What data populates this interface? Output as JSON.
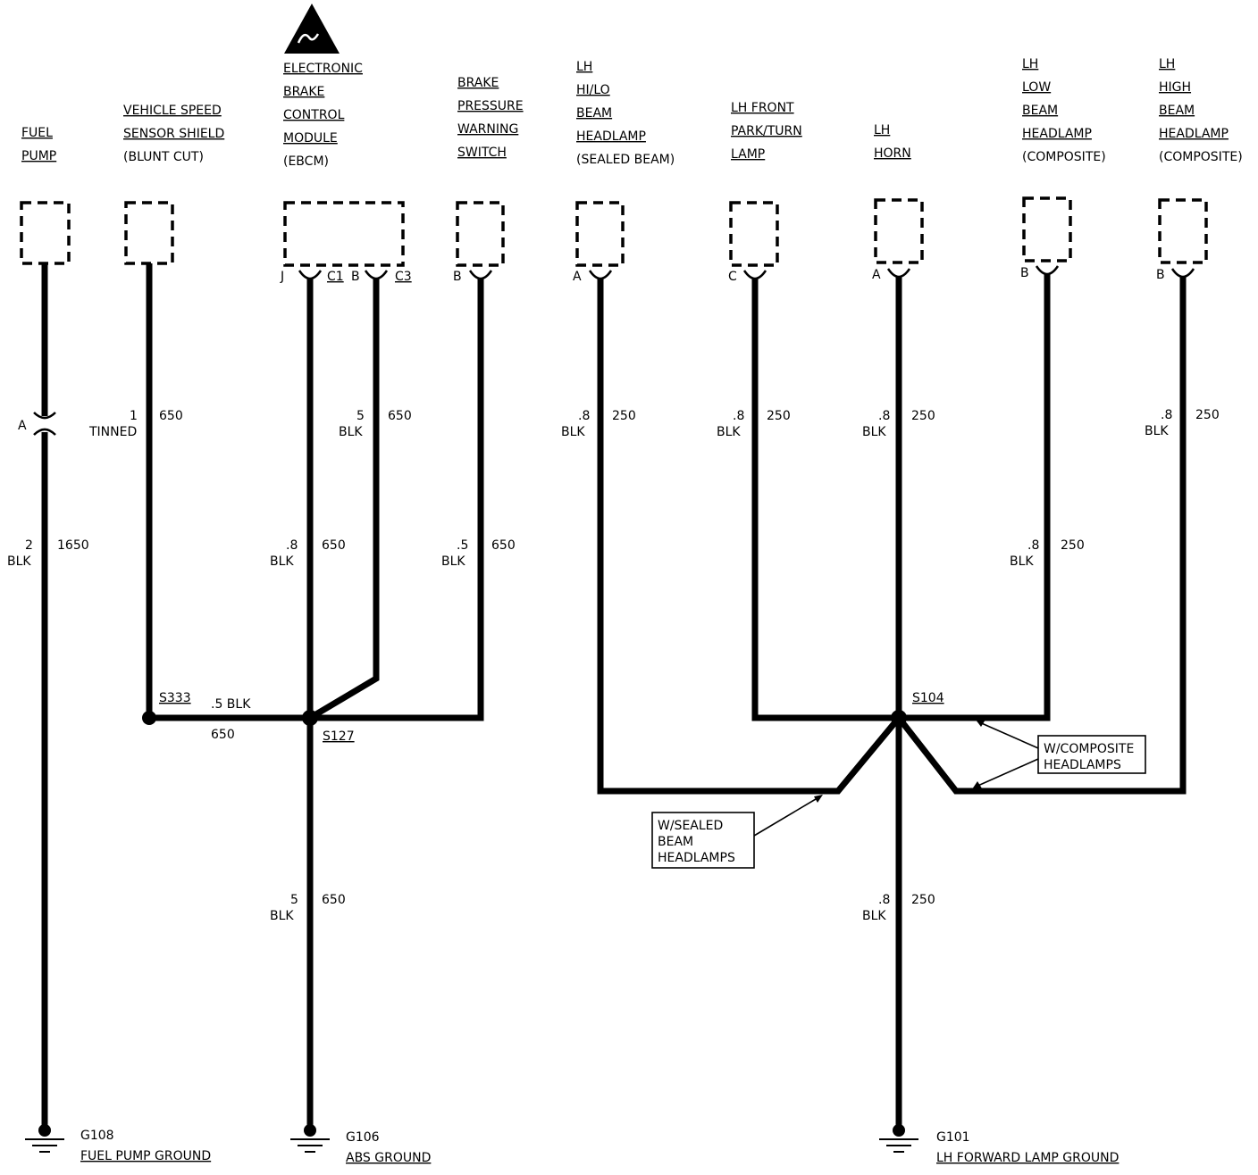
{
  "components": {
    "fuel_pump": [
      "FUEL",
      "PUMP"
    ],
    "vss_shield": [
      "VEHICLE SPEED",
      "SENSOR SHIELD",
      "(BLUNT CUT)"
    ],
    "ebcm": [
      "ELECTRONIC",
      "BRAKE",
      "CONTROL",
      "MODULE",
      "(EBCM)"
    ],
    "brake_switch": [
      "BRAKE",
      "PRESSURE",
      "WARNING",
      "SWITCH"
    ],
    "lh_hilo": [
      "LH",
      "HI/LO",
      "BEAM",
      "HEADLAMP",
      "(SEALED BEAM)"
    ],
    "lh_park": [
      "LH FRONT",
      "PARK/TURN",
      "LAMP"
    ],
    "lh_horn": [
      "LH",
      "HORN"
    ],
    "lh_low": [
      "LH",
      "LOW",
      "BEAM",
      "HEADLAMP",
      "(COMPOSITE)"
    ],
    "lh_high": [
      "LH",
      "HIGH",
      "BEAM",
      "HEADLAMP",
      "(COMPOSITE)"
    ]
  },
  "pins": {
    "ebcm_j": "J",
    "ebcm_c1": "C1",
    "ebcm_b": "B",
    "ebcm_c3": "C3",
    "brake_b": "B",
    "hilo_a": "A",
    "park_c": "C",
    "horn_a": "A",
    "low_b": "B",
    "high_b": "B",
    "inline_a": "A"
  },
  "wire_labels": {
    "fuel_upper": {
      "size": "2",
      "color": "BLK",
      "circuit": "1650"
    },
    "vss": {
      "size": "1",
      "color": "TINNED",
      "circuit": "650"
    },
    "ebcm_j": {
      "size": ".8",
      "color": "BLK",
      "circuit": "650"
    },
    "ebcm_c3": {
      "size": "5",
      "color": "BLK",
      "circuit": "650"
    },
    "brake": {
      "size": ".5",
      "color": "BLK",
      "circuit": "650"
    },
    "s333_s127_top": ".5 BLK",
    "s333_s127_bottom": "650",
    "abs_ground": {
      "size": "5",
      "color": "BLK",
      "circuit": "650"
    },
    "hilo": {
      "size": ".8",
      "color": "BLK",
      "circuit": "250"
    },
    "park": {
      "size": ".8",
      "color": "BLK",
      "circuit": "250"
    },
    "horn": {
      "size": ".8",
      "color": "BLK",
      "circuit": "250"
    },
    "low": {
      "size": ".8",
      "color": "BLK",
      "circuit": "250"
    },
    "high": {
      "size": ".8",
      "color": "BLK",
      "circuit": "250"
    },
    "lamp_ground": {
      "size": ".8",
      "color": "BLK",
      "circuit": "250"
    }
  },
  "splices": {
    "s333": "S333",
    "s127": "S127",
    "s104": "S104"
  },
  "notes": {
    "composite": [
      "W/COMPOSITE",
      "HEADLAMPS"
    ],
    "sealed": [
      "W/SEALED",
      "BEAM",
      "HEADLAMPS"
    ]
  },
  "grounds": {
    "g108": {
      "id": "G108",
      "name": "FUEL PUMP GROUND"
    },
    "g106": {
      "id": "G106",
      "name": "ABS GROUND"
    },
    "g101": {
      "id": "G101",
      "name": "LH FORWARD LAMP GROUND"
    }
  },
  "icons": {
    "esd": "esd-warning-icon",
    "ground": "ground-symbol-icon"
  }
}
